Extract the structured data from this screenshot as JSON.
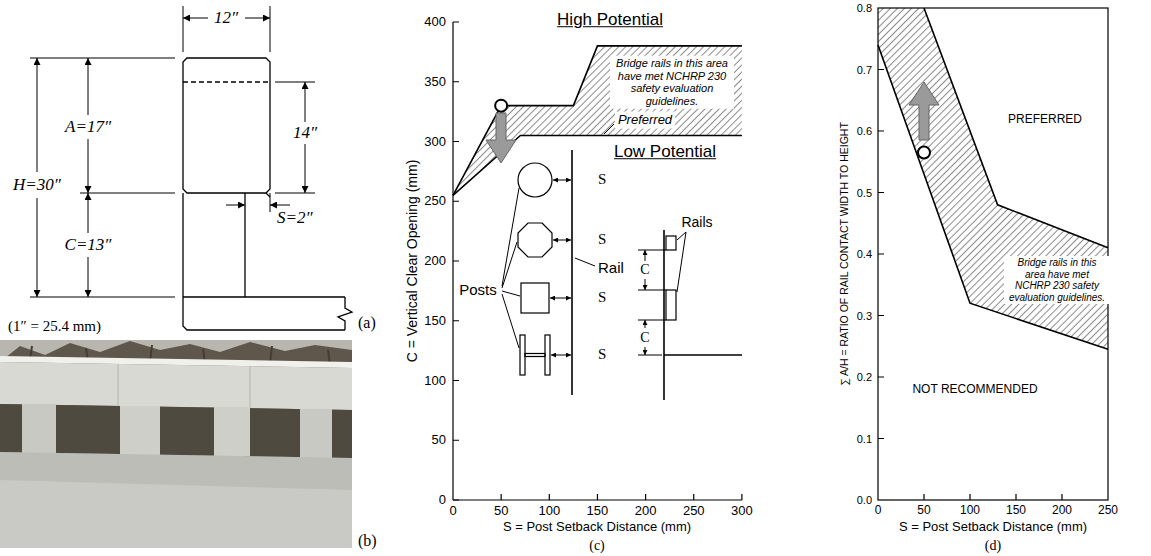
{
  "diagram": {
    "labels": [
      "12″",
      "A=17″",
      "14″",
      "H=30″",
      "C=13″",
      "S=2″",
      "(1″ = 25.4 mm)",
      "(a)",
      "(b)",
      "High Potential",
      "Bridge rails in this area have met NCHRP 230 safety evaluation guidelines.",
      "Preferred",
      "Low Potential",
      "S",
      "S",
      "S",
      "S",
      "Posts",
      "Rail",
      "Rails",
      "C",
      "C",
      "C = Vertical Clear Opening (mm)",
      "400",
      "350",
      "300",
      "250",
      "200",
      "150",
      "100",
      "50",
      "0",
      "0",
      "50",
      "100",
      "150",
      "200",
      "250",
      "300",
      "S = Post Setback Distance (mm)",
      "(c)",
      "∑ A/H = RATIO OF RAIL CONTACT WIDTH TO HEIGHT",
      "0.8",
      "0.7",
      "0.6",
      "0.5",
      "0.4",
      "0.3",
      "0.2",
      "0.1",
      "0.0",
      "PREFERRED",
      "Bridge rails in this area have met NCHRP 230 safety evaluation guidelines.",
      "NOT RECOMMENDED",
      "0",
      "50",
      "100",
      "150",
      "200",
      "250",
      "S = Post Setback Distance (mm)",
      "(d)"
    ]
  }
}
